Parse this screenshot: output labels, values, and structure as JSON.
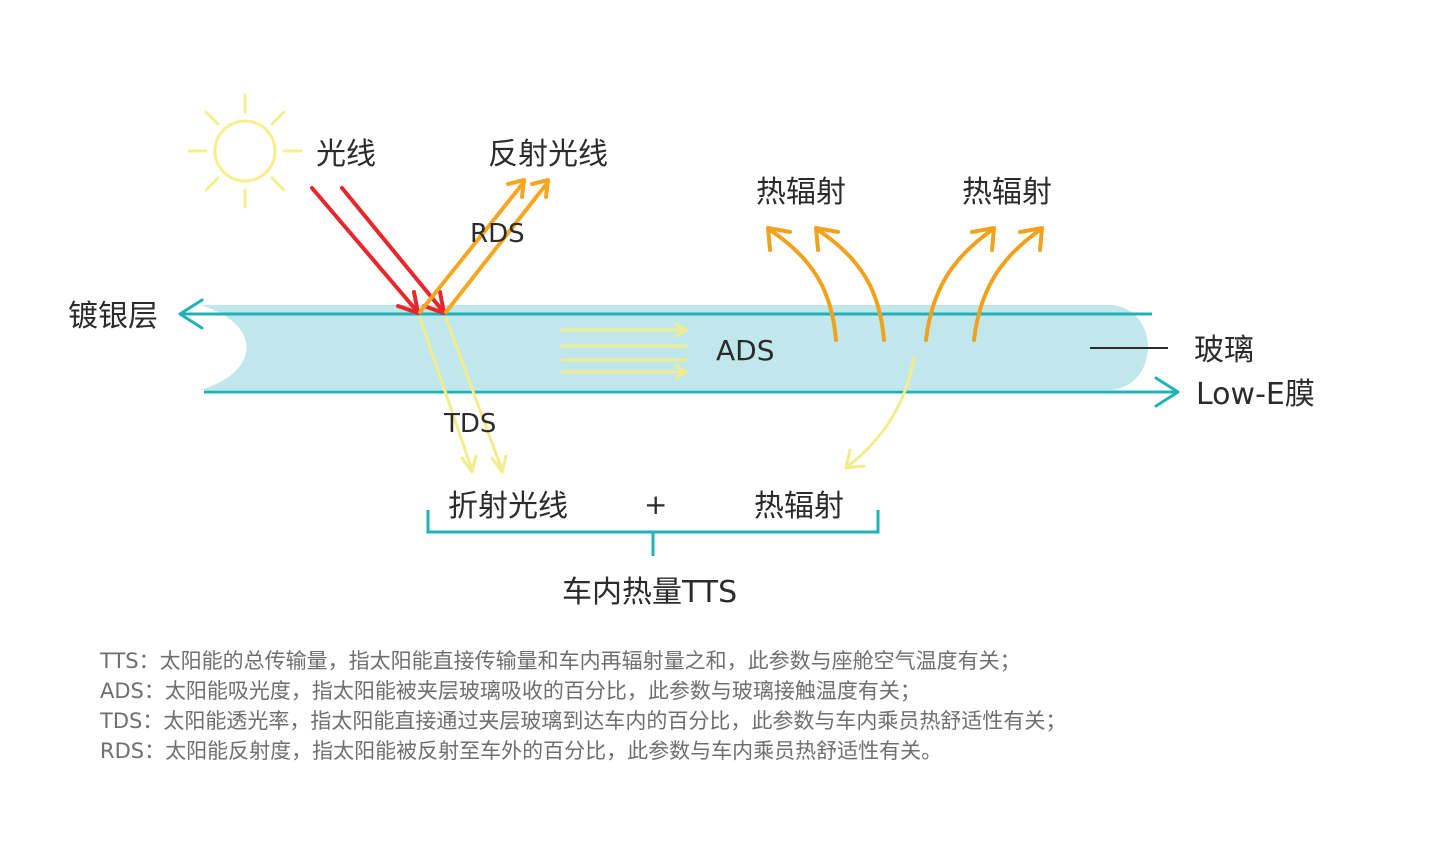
{
  "labels": {
    "light": "光线",
    "reflected_light": "反射光线",
    "rds": "RDS",
    "heat_radiation_1": "热辐射",
    "heat_radiation_2": "热辐射",
    "silver_layer": "镀银层",
    "ads": "ADS",
    "glass": "玻璃",
    "lowe_film": "Low-E膜",
    "tds": "TDS",
    "refracted_light": "折射光线",
    "plus": "+",
    "heat_radiation_3": "热辐射",
    "tts": "车内热量TTS"
  },
  "notes": [
    "TTS：太阳能的总传输量，指太阳能直接传输量和车内再辐射量之和，此参数与座舱空气温度有关；",
    "ADS：太阳能吸光度，指太阳能被夹层玻璃吸收的百分比，此参数与玻璃接触温度有关；",
    "TDS：太阳能透光率，指太阳能直接通过夹层玻璃到达车内的百分比，此参数与车内乘员热舒适性有关；",
    "RDS：太阳能反射度，指太阳能被反射至车外的百分比，此参数与车内乘员热舒适性有关。"
  ],
  "colors": {
    "glass_fill": "#bfe7ec",
    "teal_line": "#1fb3b6",
    "sun": "#f7ef8a",
    "incident_ray": "#e8262d",
    "reflected_ray": "#f5a623",
    "heat_arrow": "#f0a21e",
    "transmitted_ray": "#f3ec8c",
    "text": "#2b2b2b",
    "note_text": "#6f6f6f"
  },
  "icons": [
    "sun-icon"
  ]
}
